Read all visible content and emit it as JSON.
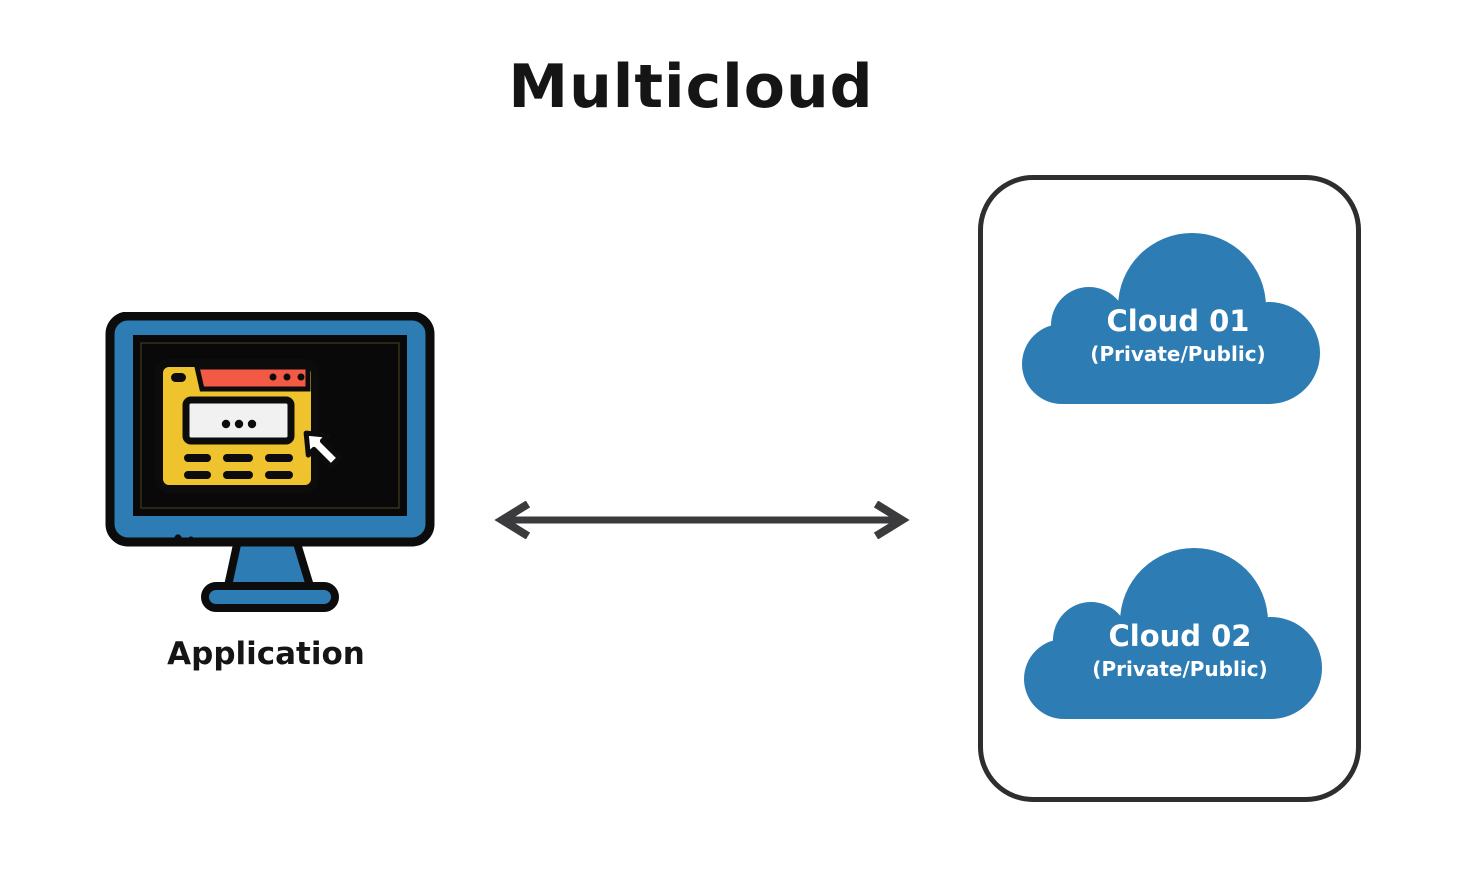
{
  "diagram": {
    "title": "Multicloud",
    "application": {
      "label": "Application",
      "icon": "monitor-browser-icon"
    },
    "connector": {
      "icon": "double-headed-arrow-icon"
    },
    "cloud_group": {
      "clouds": [
        {
          "name": "Cloud 01",
          "subtitle": "(Private/Public)",
          "icon": "cloud-icon"
        },
        {
          "name": "Cloud 02",
          "subtitle": "(Private/Public)",
          "icon": "cloud-icon"
        }
      ]
    },
    "colors": {
      "cloud_blue": "#2d7cb4",
      "monitor_blue": "#2d7cb4",
      "browser_yellow": "#eec32e",
      "browser_red": "#f25a45",
      "outline_black": "#0c0c0c",
      "arrow_gray": "#3b3b3e",
      "container_border": "#2e2e2e",
      "text_dark": "#151515",
      "background": "#ffffff"
    }
  }
}
